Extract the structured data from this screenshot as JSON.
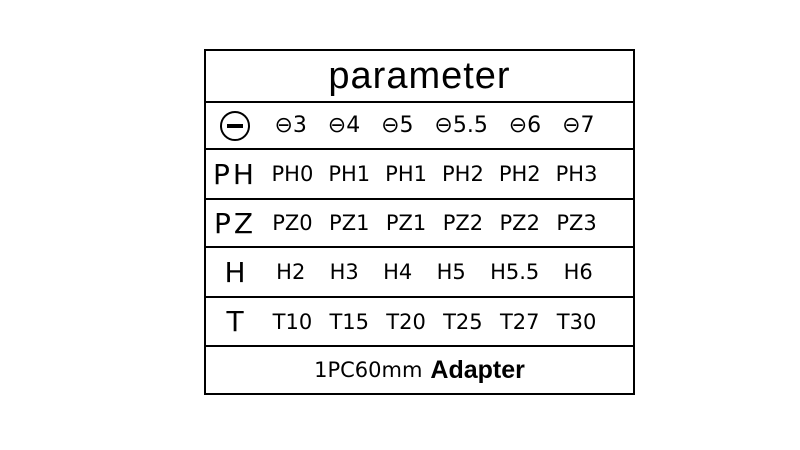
{
  "title": "parameter",
  "rows": [
    {
      "label": "⊖",
      "icon": "slotted-screwdriver-icon",
      "values": [
        "⊖3",
        "⊖4",
        "⊖5",
        "⊖5.5",
        "⊖6",
        "⊖7"
      ]
    },
    {
      "label": "PH",
      "values": [
        "PH0",
        "PH1",
        "PH1",
        "PH2",
        "PH2",
        "PH3"
      ]
    },
    {
      "label": "PZ",
      "values": [
        "PZ0",
        "PZ1",
        "PZ1",
        "PZ2",
        "PZ2",
        "PZ3"
      ]
    },
    {
      "label": "H",
      "values": [
        "H2",
        "H3",
        "H4",
        "H5",
        "H5.5",
        "H6"
      ]
    },
    {
      "label": "T",
      "values": [
        "T10",
        "T15",
        "T20",
        "T25",
        "T27",
        "T30"
      ]
    }
  ],
  "adapter": {
    "quantity": "1PC60mm",
    "name": "Adapter"
  }
}
